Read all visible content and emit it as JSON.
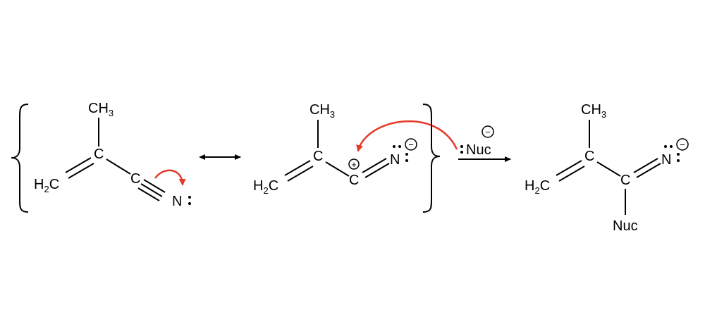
{
  "colors": {
    "ink": "#000000",
    "curved_arrow": "#e53a2a"
  },
  "reactant": {
    "methyl": "CH",
    "methyl_sub": "3",
    "carbon_center": "C",
    "methylene": "H",
    "methylene_sub": "2",
    "methylene_c": "C",
    "nitrile_carbon": "C",
    "nitrogen": "N"
  },
  "resonance_form": {
    "methyl": "CH",
    "methyl_sub": "3",
    "carbon_center": "C",
    "methylene": "H",
    "methylene_sub": "2",
    "methylene_c": "C",
    "cation_carbon": "C",
    "plus_charge": "+",
    "nitrogen": "N",
    "minus_charge": "−"
  },
  "nucleophile": {
    "label": "Nuc",
    "minus_charge": "−"
  },
  "product": {
    "methyl": "CH",
    "methyl_sub": "3",
    "carbon_center": "C",
    "methylene": "H",
    "methylene_sub": "2",
    "methylene_c": "C",
    "imine_carbon": "C",
    "nitrogen": "N",
    "minus_charge": "−",
    "nuc_label": "Nuc"
  }
}
